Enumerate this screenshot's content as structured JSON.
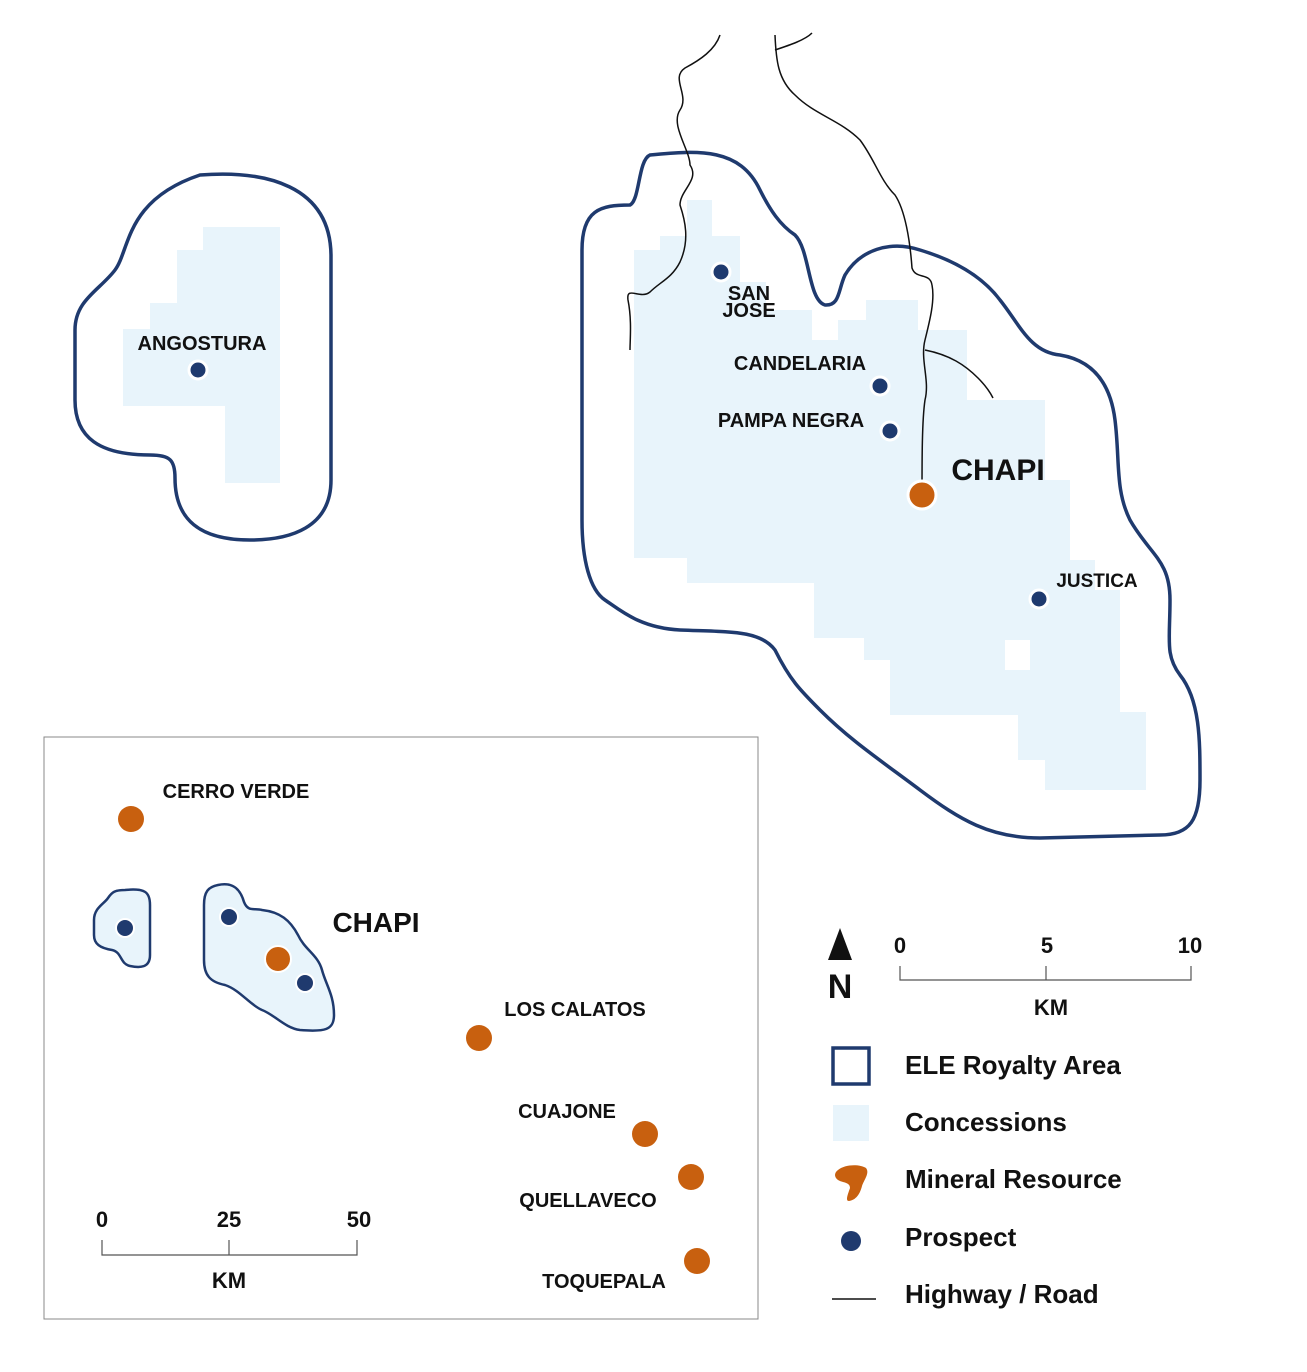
{
  "colors": {
    "royalty_outline": "#1f3a6e",
    "concession_fill": "#e8f4fb",
    "mineral_resource": "#c8600f",
    "prospect": "#1f3a6e",
    "road": "#111111"
  },
  "main_map": {
    "royalty_area_name": "ELE Royalty Area",
    "prospects": [
      "ANGOSTURA",
      "SAN",
      "JOSE",
      "CANDELARIA",
      "PAMPA NEGRA",
      "JUSTICA"
    ],
    "mineral_resource": "CHAPI"
  },
  "inset_map": {
    "mines": [
      "CERRO VERDE",
      "LOS CALATOS",
      "CUAJONE",
      "QUELLAVECO",
      "TOQUEPALA"
    ],
    "project": "CHAPI",
    "scale": {
      "ticks": [
        "0",
        "25",
        "50"
      ],
      "unit": "KM"
    }
  },
  "scale_bar": {
    "ticks": [
      "0",
      "5",
      "10"
    ],
    "unit": "KM"
  },
  "north_arrow": {
    "label": "N",
    "icon": "north-arrow-icon"
  },
  "legend": {
    "items": [
      {
        "label": "ELE Royalty Area",
        "icon": "square-outline-icon"
      },
      {
        "label": "Concessions",
        "icon": "light-blue-square-icon"
      },
      {
        "label": "Mineral Resource",
        "icon": "orange-blob-icon"
      },
      {
        "label": "Prospect",
        "icon": "blue-dot-icon"
      },
      {
        "label": "Highway / Road",
        "icon": "black-line-icon"
      }
    ]
  }
}
